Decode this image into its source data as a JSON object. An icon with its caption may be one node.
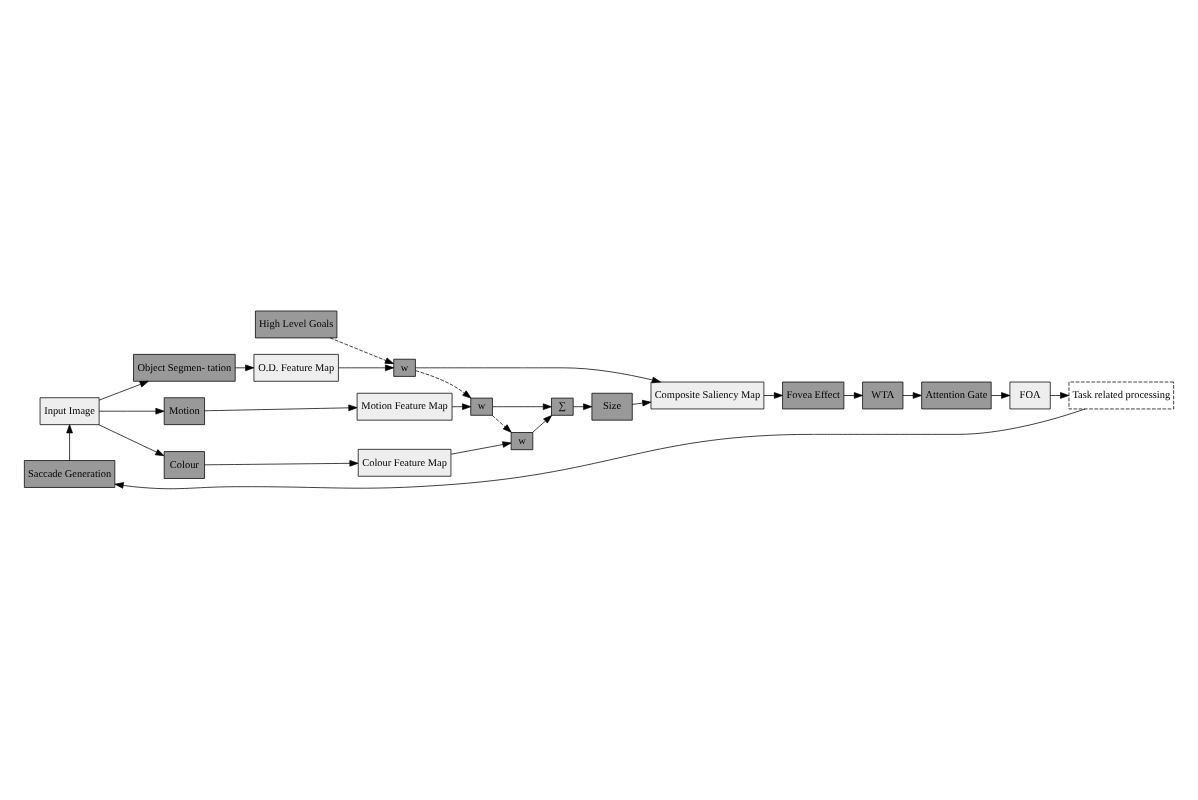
{
  "diagram": {
    "nodes": [
      {
        "text": [
          "Input Image"
        ]
      },
      {
        "text": [
          "Object Segmen- tation"
        ]
      },
      {
        "text": [
          "Motion"
        ]
      },
      {
        "text": [
          "Colour"
        ]
      },
      {
        "text": [
          "O.D. Feature Map"
        ]
      },
      {
        "text": [
          "Motion Feature Map"
        ]
      },
      {
        "text": [
          "Colour Feature Map"
        ]
      },
      {
        "text": [
          "High Level Goals"
        ]
      },
      {
        "text": [
          "w"
        ]
      },
      {
        "text": [
          "w"
        ]
      },
      {
        "text": [
          "w"
        ]
      },
      {
        "text": [
          "∑"
        ]
      },
      {
        "text": [
          "Size"
        ]
      },
      {
        "text": [
          "Composite Saliency Map"
        ]
      },
      {
        "text": [
          "Fovea Effect"
        ]
      },
      {
        "text": [
          "WTA"
        ]
      },
      {
        "text": [
          "Attention Gate"
        ]
      },
      {
        "text": [
          "FOA"
        ]
      },
      {
        "text": [
          "Task related processing"
        ]
      },
      {
        "text": [
          "Saccade Generation"
        ]
      }
    ],
    "edges": [
      {
        "from": 0,
        "to": 1,
        "arrow": "to"
      },
      {
        "from": 0,
        "to": 2,
        "arrow": "to"
      },
      {
        "from": 0,
        "to": 3,
        "arrow": "to"
      },
      {
        "from": 1,
        "to": 4,
        "arrow": "to"
      },
      {
        "from": 2,
        "to": 5,
        "arrow": "to"
      },
      {
        "from": 3,
        "to": 6,
        "arrow": "to"
      },
      {
        "from": 4,
        "to": 8,
        "arrow": "to"
      },
      {
        "from": 5,
        "to": 9,
        "arrow": "to"
      },
      {
        "from": 6,
        "to": 10,
        "arrow": "to"
      },
      {
        "from": 7,
        "to": 8,
        "arrow": "to",
        "style": "dashed"
      },
      {
        "from": 8,
        "to": 9,
        "arrow": "to",
        "style": "dashed"
      },
      {
        "from": 9,
        "to": 10,
        "arrow": "to",
        "style": "dashed"
      },
      {
        "from": 8,
        "to": 13,
        "arrow": "to"
      },
      {
        "from": 9,
        "to": 11,
        "arrow": "to"
      },
      {
        "from": 10,
        "to": 11,
        "arrow": "to"
      },
      {
        "from": 11,
        "to": 12,
        "arrow": "to"
      },
      {
        "from": 12,
        "to": 13,
        "arrow": "to"
      },
      {
        "from": 13,
        "to": 14,
        "arrow": "to"
      },
      {
        "from": 14,
        "to": 15,
        "arrow": "to"
      },
      {
        "from": 15,
        "to": 16,
        "arrow": "to"
      },
      {
        "from": 16,
        "to": 17,
        "arrow": "to"
      },
      {
        "from": 17,
        "to": 18,
        "arrow": "to"
      },
      {
        "from": 18,
        "to": 19,
        "arrow": "to"
      },
      {
        "from": 19,
        "to": 0,
        "arrow": "to"
      }
    ]
  }
}
